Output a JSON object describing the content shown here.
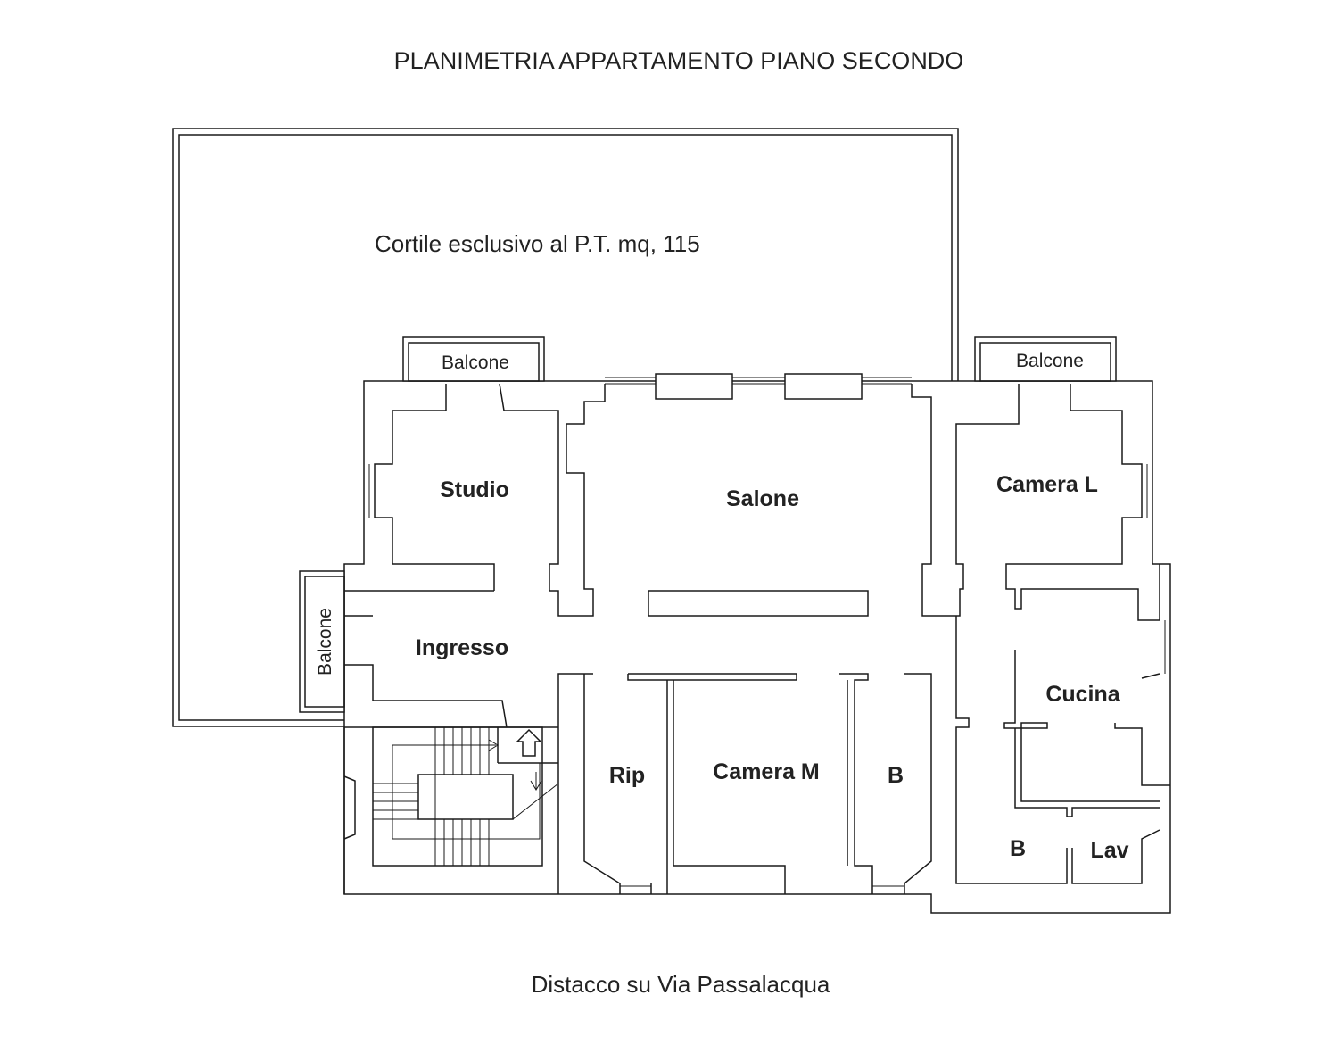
{
  "title": "PLANIMETRIA APPARTAMENTO PIANO SECONDO",
  "courtyard_label": "Cortile esclusivo al P.T. mq, 115",
  "street_caption": "Distacco su Via Passalacqua",
  "balconies": {
    "north_west": "Balcone",
    "north_east": "Balcone",
    "west": "Balcone"
  },
  "rooms": {
    "studio": "Studio",
    "salone": "Salone",
    "camera_l": "Camera L",
    "ingresso": "Ingresso",
    "cucina": "Cucina",
    "rip": "Rip",
    "camera_m": "Camera M",
    "bagno_1": "B",
    "bagno_2": "B",
    "lavanderia": "Lav"
  },
  "colors": {
    "line": "#1a1a1a",
    "text": "#222222",
    "background": "#ffffff"
  }
}
